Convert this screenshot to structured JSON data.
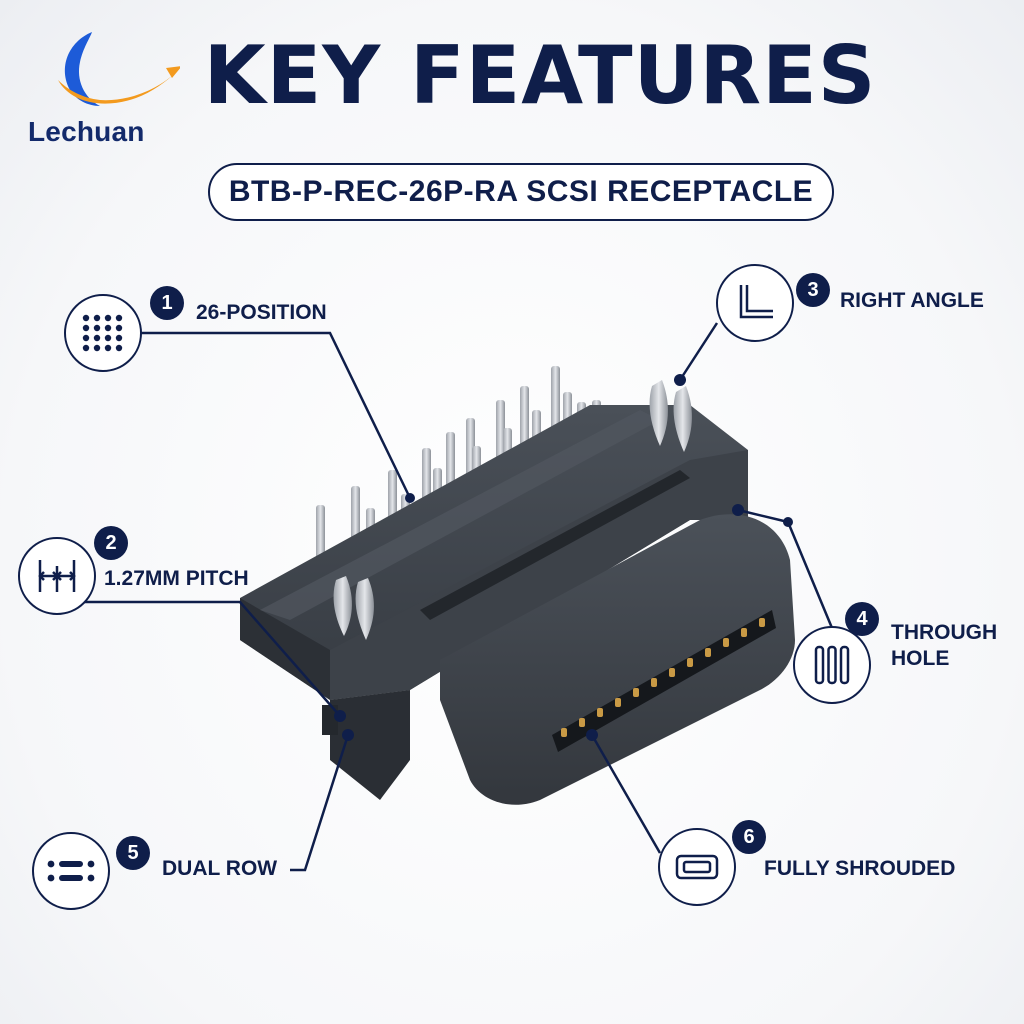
{
  "brand": {
    "name": "Lechuan",
    "colors": {
      "navy": "#0f1e4a",
      "orange": "#f39a1e",
      "blue": "#1d5bd8"
    }
  },
  "header": {
    "title": "KEY FEATURES",
    "subtitle": "BTB-P-REC-26P-RA SCSI RECEPTACLE"
  },
  "features": [
    {
      "number": "1",
      "label": "26-POSITION",
      "icon": "pin-grid-icon"
    },
    {
      "number": "2",
      "label": "1.27MM PITCH",
      "icon": "pitch-measure-icon"
    },
    {
      "number": "3",
      "label": "RIGHT ANGLE",
      "icon": "right-angle-icon"
    },
    {
      "number": "4",
      "label_line1": "THROUGH",
      "label_line2": "HOLE",
      "icon": "through-hole-pins-icon"
    },
    {
      "number": "5",
      "label": "DUAL ROW",
      "icon": "dual-row-icon"
    },
    {
      "number": "6",
      "label": "FULLY SHROUDED",
      "icon": "shroud-icon"
    }
  ]
}
